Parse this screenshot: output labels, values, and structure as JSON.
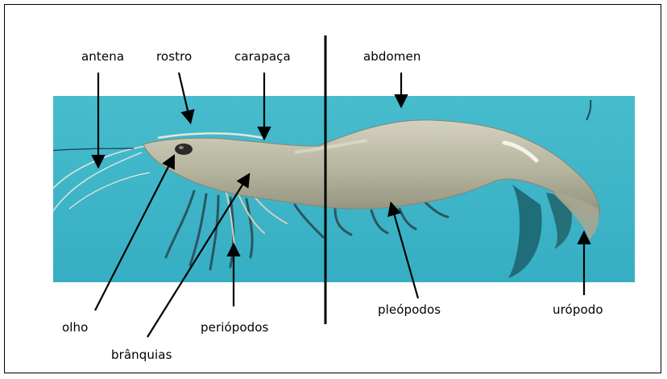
{
  "labels": {
    "antena": "antena",
    "rostro": "rostro",
    "carapaca": "carapaça",
    "abdomen": "abdomen",
    "olho": "olho",
    "branquias": "brânquias",
    "periopodos": "periópodos",
    "pleopodos": "pleópodos",
    "uropodo": "urópodo"
  },
  "colors": {
    "water": "#3eb6c9",
    "shrimp_body": "#b9b7a0",
    "shrimp_shadow": "#7f8a7a",
    "legs": "#2e5a63",
    "text": "#000000",
    "arrows": "#000000"
  }
}
